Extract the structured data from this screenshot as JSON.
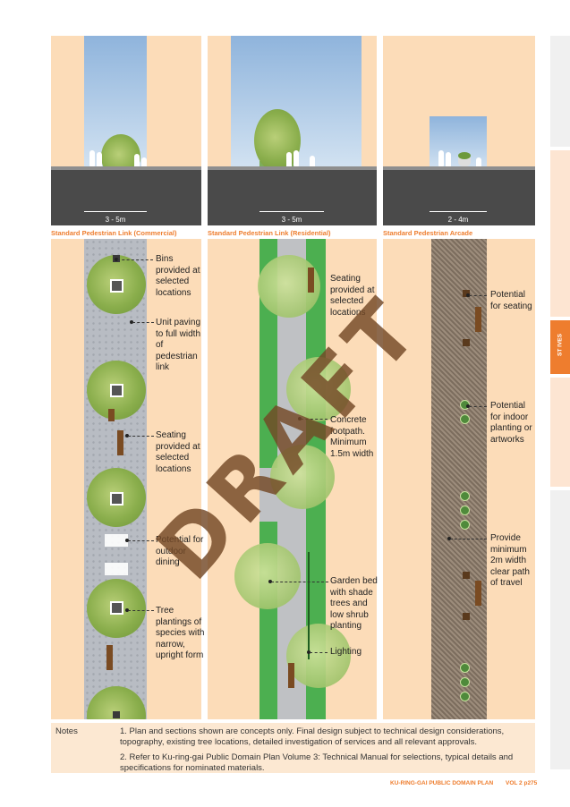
{
  "sections": [
    {
      "dimension": "3 - 5m",
      "caption": "Standard Pedestrian Link (Commercial)"
    },
    {
      "dimension": "3 - 5m",
      "caption": "Standard Pedestrian Link (Residential)"
    },
    {
      "dimension": "2 - 4m",
      "caption": "Standard Pedestrian Arcade"
    }
  ],
  "annotations": {
    "commercial": [
      "Bins provided at selected locations",
      "Unit paving to full width of pedestrian link",
      "Seating provided at selected locations",
      "Potential for outdoor dining",
      "Tree plantings of species with narrow, upright form"
    ],
    "residential": [
      "Seating provided at selected locations",
      "Concrete footpath. Minimum 1.5m width",
      "Garden bed with shade trees and low shrub planting",
      "Lighting"
    ],
    "arcade": [
      "Potential for seating",
      "Potential for indoor planting or artworks",
      "Provide minimum 2m width clear path of travel"
    ]
  },
  "watermark": "DRAFT",
  "notes": {
    "heading": "Notes",
    "items": [
      "1. Plan and sections shown are concepts only. Final design subject to technical design considerations, topography, existing tree locations, detailed investigation of services and all relevant approvals.",
      "2. Refer to Ku-ring-gai Public Domain Plan Volume 3: Technical Manual for selections, typical details and specifications for nominated materials."
    ]
  },
  "footer": {
    "title": "KU-RING-GAI PUBLIC DOMAIN PLAN",
    "page": "VOL 2 p275"
  },
  "side_tab": {
    "label": "ST IVES"
  },
  "colors": {
    "accent": "#ee7d2e",
    "sand": "#fcdcb8",
    "road": "#4a4a4a",
    "grass": "#4caf50"
  }
}
